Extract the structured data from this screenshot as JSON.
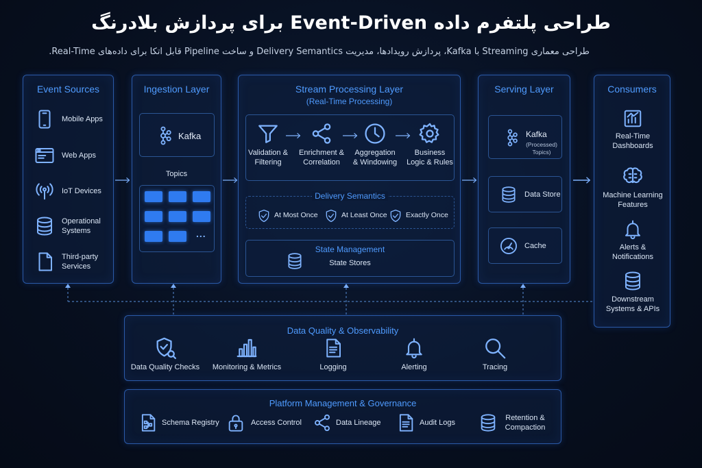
{
  "title": "طراحی پلتفرم داده Event-Driven برای پردازش بلادرنگ",
  "subtitle": "طراحی معماری Streaming با Kafka، پردازش رویدادها، مدیریت Delivery Semantics و ساخت Pipeline قابل اتکا برای داده‌های Real-Time.",
  "event_sources": {
    "title": "Event Sources",
    "items": [
      {
        "label": "Mobile Apps",
        "icon": "mobile-icon"
      },
      {
        "label": "Web Apps",
        "icon": "browser-icon"
      },
      {
        "label": "IoT Devices",
        "icon": "iot-icon"
      },
      {
        "label": "Operational Systems",
        "icon": "database-icon"
      },
      {
        "label": "Third-party Services",
        "icon": "document-icon"
      }
    ]
  },
  "ingestion": {
    "title": "Ingestion Layer",
    "kafka": "Kafka",
    "topics_label": "Topics",
    "more": "..."
  },
  "processing": {
    "title": "Stream Processing Layer",
    "subtitle": "(Real-Time Processing)",
    "steps": [
      {
        "label": "Validation & Filtering",
        "icon": "funnel-icon"
      },
      {
        "label": "Enrichment & Correlation",
        "icon": "share-icon"
      },
      {
        "label": "Aggregation & Windowing",
        "icon": "clock-icon"
      },
      {
        "label": "Business Logic & Rules",
        "icon": "gear-icon"
      }
    ],
    "delivery_title": "Delivery Semantics",
    "delivery": [
      "At Most Once",
      "At Least Once",
      "Exactly Once"
    ],
    "state_title": "State Management",
    "state_label": "State Stores"
  },
  "serving": {
    "title": "Serving Layer",
    "kafka": "Kafka",
    "kafka_sub": "(Processed) Topics)",
    "data_store": "Data Store",
    "cache": "Cache"
  },
  "consumers": {
    "title": "Consumers",
    "items": [
      {
        "label": "Real-Time Dashboards",
        "icon": "chart-icon"
      },
      {
        "label": "Machine Learning Features",
        "icon": "brain-icon"
      },
      {
        "label": "Alerts & Notifications",
        "icon": "bell-icon"
      },
      {
        "label": "Downstream Systems & APIs",
        "icon": "database-icon"
      }
    ]
  },
  "observability": {
    "title": "Data Quality & Observability",
    "items": [
      {
        "label": "Data Quality Checks",
        "icon": "shield-check-icon"
      },
      {
        "label": "Monitoring & Metrics",
        "icon": "bar-chart-icon"
      },
      {
        "label": "Logging",
        "icon": "log-icon"
      },
      {
        "label": "Alerting",
        "icon": "bell-icon"
      },
      {
        "label": "Tracing",
        "icon": "search-icon"
      }
    ]
  },
  "governance": {
    "title": "Platform Management & Governance",
    "items": [
      {
        "label": "Schema Registry",
        "icon": "schema-icon"
      },
      {
        "label": "Access Control",
        "icon": "lock-icon"
      },
      {
        "label": "Data Lineage",
        "icon": "share-icon"
      },
      {
        "label": "Audit Logs",
        "icon": "log-icon"
      },
      {
        "label": "Retention & Compaction",
        "icon": "database-icon"
      }
    ]
  },
  "colors": {
    "background": "#070f1f",
    "accent": "#4f9bff",
    "border": "#2a5aa8",
    "topic": "#2f7bf0"
  }
}
